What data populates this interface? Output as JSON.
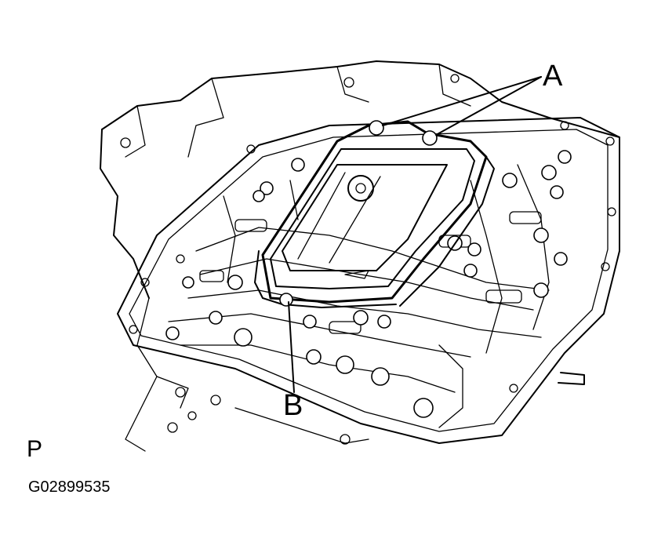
{
  "callouts": {
    "a": "A",
    "b": "B"
  },
  "caption": {
    "view_letter": "P",
    "figure_code": "G02899535"
  }
}
